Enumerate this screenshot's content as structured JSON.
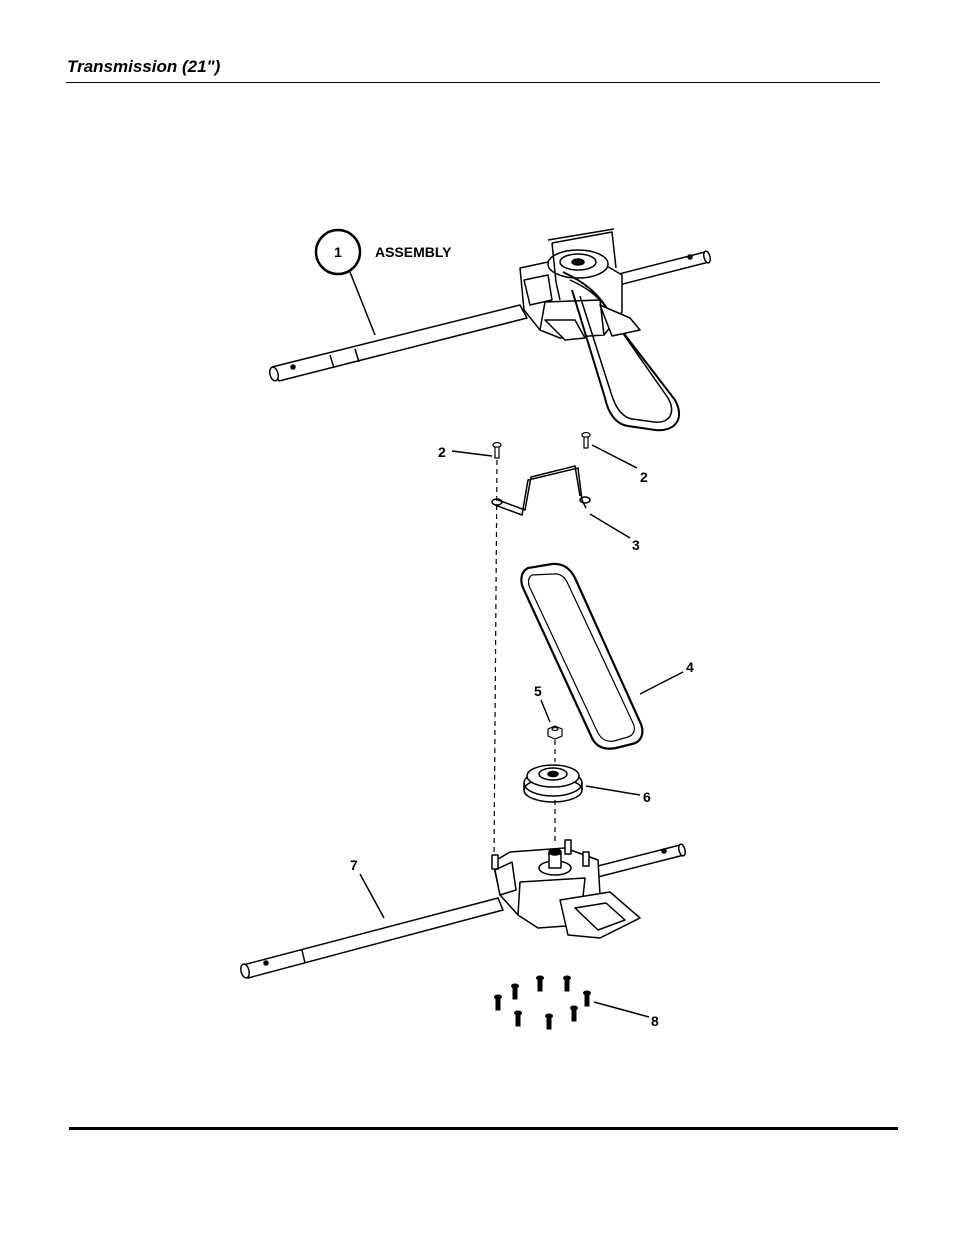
{
  "header": {
    "title": "Transmission (21\")"
  },
  "diagram": {
    "callouts": [
      {
        "id": "1",
        "text": "1"
      },
      {
        "id": "1-label",
        "text": "ASSEMBLY"
      },
      {
        "id": "2a",
        "text": "2"
      },
      {
        "id": "2b",
        "text": "2"
      },
      {
        "id": "3",
        "text": "3"
      },
      {
        "id": "4",
        "text": "4"
      },
      {
        "id": "5",
        "text": "5"
      },
      {
        "id": "6",
        "text": "6"
      },
      {
        "id": "7",
        "text": "7"
      },
      {
        "id": "8",
        "text": "8"
      }
    ]
  }
}
